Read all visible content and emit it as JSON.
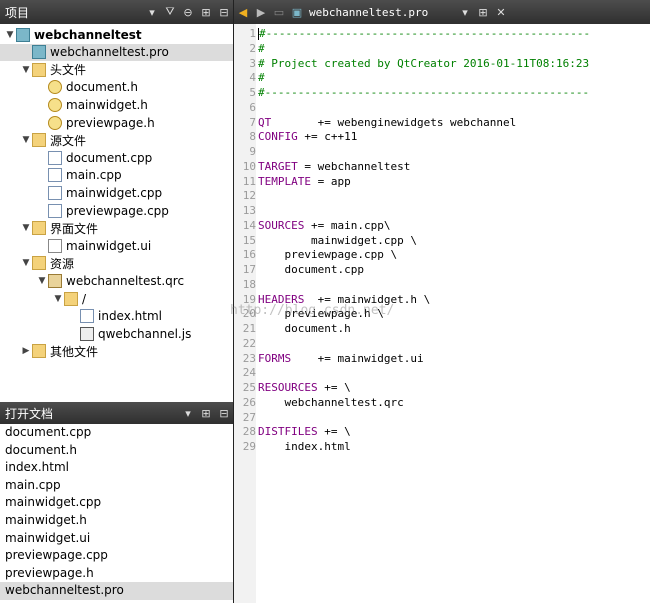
{
  "project_panel": {
    "title": "项目",
    "tree": [
      {
        "label": "webchannel​test",
        "level": 0,
        "arrow": "▼",
        "icon": "project-icon",
        "bold": true
      },
      {
        "label": "webchanneltest.pro",
        "level": 1,
        "arrow": "",
        "icon": "pro-file-icon",
        "selected": true
      },
      {
        "label": "头文件",
        "level": 1,
        "arrow": "▼",
        "icon": "headers-folder-icon"
      },
      {
        "label": "document.h",
        "level": 2,
        "arrow": "",
        "icon": "header-file-icon"
      },
      {
        "label": "mainwidget.h",
        "level": 2,
        "arrow": "",
        "icon": "header-file-icon"
      },
      {
        "label": "previewpage.h",
        "level": 2,
        "arrow": "",
        "icon": "header-file-icon"
      },
      {
        "label": "源文件",
        "level": 1,
        "arrow": "▼",
        "icon": "sources-folder-icon"
      },
      {
        "label": "document.cpp",
        "level": 2,
        "arrow": "",
        "icon": "cpp-file-icon"
      },
      {
        "label": "main.cpp",
        "level": 2,
        "arrow": "",
        "icon": "cpp-file-icon"
      },
      {
        "label": "mainwidget.cpp",
        "level": 2,
        "arrow": "",
        "icon": "cpp-file-icon"
      },
      {
        "label": "previewpage.cpp",
        "level": 2,
        "arrow": "",
        "icon": "cpp-file-icon"
      },
      {
        "label": "界面文件",
        "level": 1,
        "arrow": "▼",
        "icon": "forms-folder-icon"
      },
      {
        "label": "mainwidget.ui",
        "level": 2,
        "arrow": "",
        "icon": "ui-file-icon"
      },
      {
        "label": "资源",
        "level": 1,
        "arrow": "▼",
        "icon": "resources-folder-icon"
      },
      {
        "label": "webchanneltest.qrc",
        "level": 2,
        "arrow": "▼",
        "icon": "qrc-file-icon"
      },
      {
        "label": "/",
        "level": 3,
        "arrow": "▼",
        "icon": "folder-icon"
      },
      {
        "label": "index.html",
        "level": 4,
        "arrow": "",
        "icon": "html-file-icon"
      },
      {
        "label": "qwebchannel.js",
        "level": 4,
        "arrow": "",
        "icon": "js-file-icon"
      },
      {
        "label": "其他文件",
        "level": 1,
        "arrow": "▶",
        "icon": "other-files-folder-icon"
      }
    ]
  },
  "open_docs_panel": {
    "title": "打开文档",
    "items": [
      "document.cpp",
      "document.h",
      "index.html",
      "main.cpp",
      "mainwidget.cpp",
      "mainwidget.h",
      "mainwidget.ui",
      "previewpage.cpp",
      "previewpage.h",
      "webchanneltest.pro"
    ],
    "selected_index": 9
  },
  "editor": {
    "file_name": "webchanneltest.pro",
    "lines": [
      {
        "n": "1",
        "text": "#-------------------------------------------------",
        "cls": "comment"
      },
      {
        "n": "2",
        "text": "#",
        "cls": "comment"
      },
      {
        "n": "3",
        "text": "# Project created by QtCreator 2016-01-11T08:16:23",
        "cls": "comment"
      },
      {
        "n": "4",
        "text": "#",
        "cls": "comment"
      },
      {
        "n": "5",
        "text": "#-------------------------------------------------",
        "cls": "comment"
      },
      {
        "n": "6",
        "text": "",
        "cls": ""
      },
      {
        "n": "7",
        "text": "QT       += webenginewidgets webchannel",
        "cls": "mixed",
        "kw": "QT"
      },
      {
        "n": "8",
        "text": "CONFIG += c++11",
        "cls": "mixed",
        "kw": "CONFIG"
      },
      {
        "n": "9",
        "text": "",
        "cls": ""
      },
      {
        "n": "10",
        "text": "TARGET = webchanneltest",
        "cls": "mixed",
        "kw": "TARGET"
      },
      {
        "n": "11",
        "text": "TEMPLATE = app",
        "cls": "mixed",
        "kw": "TEMPLATE"
      },
      {
        "n": "12",
        "text": "",
        "cls": ""
      },
      {
        "n": "13",
        "text": "",
        "cls": ""
      },
      {
        "n": "14",
        "text": "SOURCES += main.cpp\\",
        "cls": "mixed",
        "kw": "SOURCES"
      },
      {
        "n": "15",
        "text": "        mainwidget.cpp \\",
        "cls": ""
      },
      {
        "n": "16",
        "text": "    previewpage.cpp \\",
        "cls": ""
      },
      {
        "n": "17",
        "text": "    document.cpp",
        "cls": ""
      },
      {
        "n": "18",
        "text": "",
        "cls": ""
      },
      {
        "n": "19",
        "text": "HEADERS  += mainwidget.h \\",
        "cls": "mixed",
        "kw": "HEADERS"
      },
      {
        "n": "20",
        "text": "    previewpage.h \\",
        "cls": ""
      },
      {
        "n": "21",
        "text": "    document.h",
        "cls": ""
      },
      {
        "n": "22",
        "text": "",
        "cls": ""
      },
      {
        "n": "23",
        "text": "FORMS    += mainwidget.ui",
        "cls": "mixed",
        "kw": "FORMS"
      },
      {
        "n": "24",
        "text": "",
        "cls": ""
      },
      {
        "n": "25",
        "text": "RESOURCES += \\",
        "cls": "mixed",
        "kw": "RESOURCES"
      },
      {
        "n": "26",
        "text": "    webchanneltest.qrc",
        "cls": ""
      },
      {
        "n": "27",
        "text": "",
        "cls": ""
      },
      {
        "n": "28",
        "text": "DISTFILES += \\",
        "cls": "mixed",
        "kw": "DISTFILES"
      },
      {
        "n": "29",
        "text": "    index.html",
        "cls": ""
      }
    ]
  },
  "watermark": "http://blog.csdn.net/",
  "colors": {
    "comment": "#008000",
    "keyword": "#800080",
    "panel_header": "#3a3a3a",
    "selection": "#dcdcdc"
  }
}
